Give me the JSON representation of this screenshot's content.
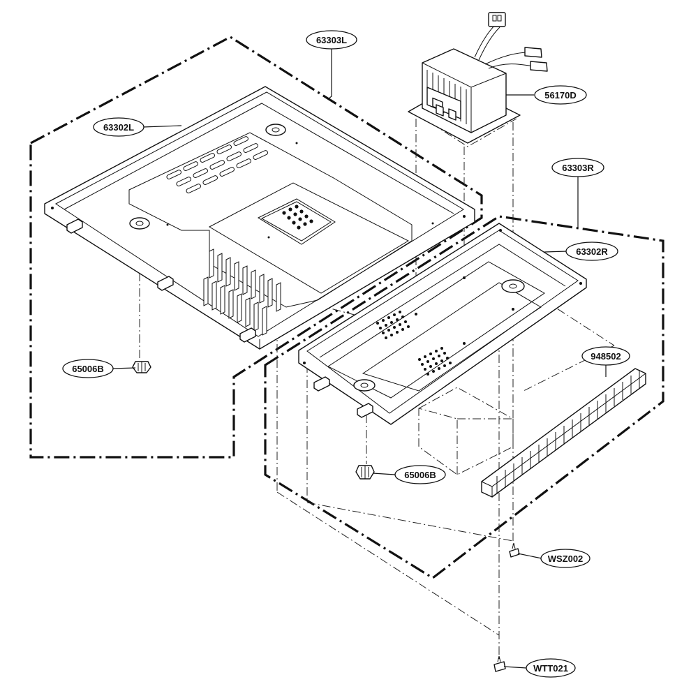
{
  "diagram": {
    "part_labels": {
      "l63303L": "63303L",
      "l63302L": "63302L",
      "l56170D": "56170D",
      "l63303R": "63303R",
      "l63302R": "63302R",
      "l65006B_left": "65006B",
      "l65006B_right": "65006B",
      "l948502": "948502",
      "lWSZ002": "WSZ002",
      "lWTT021": "WTT021"
    }
  }
}
